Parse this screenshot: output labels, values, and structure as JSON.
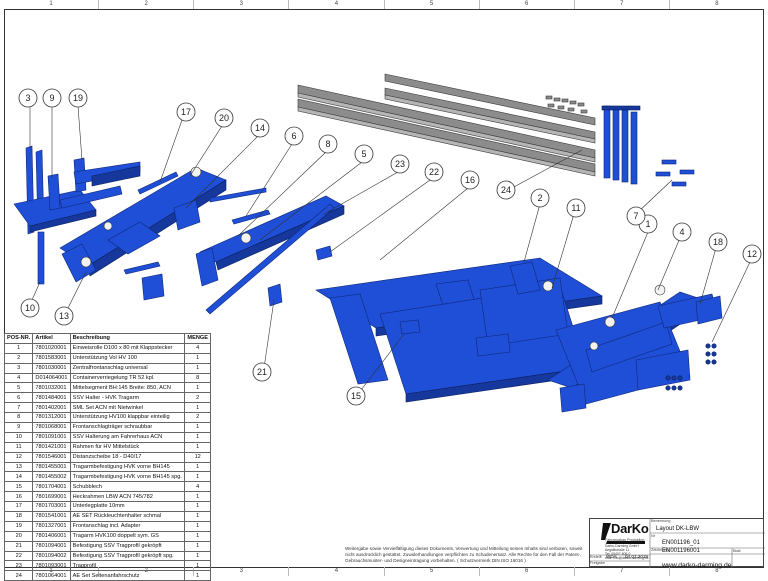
{
  "grid": {
    "columns": [
      "1",
      "2",
      "3",
      "4",
      "5",
      "6",
      "7",
      "8"
    ]
  },
  "balloons": [
    "3",
    "9",
    "19",
    "17",
    "20",
    "14",
    "6",
    "8",
    "5",
    "23",
    "22",
    "16",
    "24",
    "2",
    "11",
    "1",
    "4",
    "18",
    "12",
    "7",
    "10",
    "13",
    "21",
    "15"
  ],
  "parts_table": {
    "headers": {
      "pos": "POS-NR.",
      "artikel": "Artikel",
      "beschreibung": "Beschreibung",
      "menge": "MENGE"
    },
    "rows": [
      {
        "pos": "1",
        "artikel": "7801020001",
        "beschreibung": "Einweisrolle D100 x 80 mit Klappstecker",
        "menge": "4"
      },
      {
        "pos": "2",
        "artikel": "7801583001",
        "beschreibung": "Unterstützung Vol HV 100",
        "menge": "1"
      },
      {
        "pos": "3",
        "artikel": "7801030001",
        "beschreibung": "Zentralfrontanschlag universal",
        "menge": "1"
      },
      {
        "pos": "4",
        "artikel": "D014064001",
        "beschreibung": "Containerverriegelung TR 52 kpl.",
        "menge": "8"
      },
      {
        "pos": "5",
        "artikel": "7801032001",
        "beschreibung": "Mittelsegment BH:145 Breite: 850, ACN",
        "menge": "1"
      },
      {
        "pos": "6",
        "artikel": "7801484001",
        "beschreibung": "SSV Halter - HVK Tragarm",
        "menge": "2"
      },
      {
        "pos": "7",
        "artikel": "7801402001",
        "beschreibung": "SML Set ACN mit Nietwinkel",
        "menge": "1"
      },
      {
        "pos": "8",
        "artikel": "7801312001",
        "beschreibung": "Unterstützung HV100 klappbar einteilig",
        "menge": "2"
      },
      {
        "pos": "9",
        "artikel": "7801068001",
        "beschreibung": "Frontanschlagträger schraubbar",
        "menge": "1"
      },
      {
        "pos": "10",
        "artikel": "7801091001",
        "beschreibung": "SSV Halterung am Fahrerhaus ACN",
        "menge": "1"
      },
      {
        "pos": "11",
        "artikel": "7801421001",
        "beschreibung": "Rahmen für HV Mittelstück",
        "menge": "1"
      },
      {
        "pos": "12",
        "artikel": "7801546001",
        "beschreibung": "Distanzscheibe 18 - D40/17",
        "menge": "12"
      },
      {
        "pos": "13",
        "artikel": "7801455001",
        "beschreibung": "Tragarmbefestigung HVK vorne BH145",
        "menge": "1"
      },
      {
        "pos": "14",
        "artikel": "7801455002",
        "beschreibung": "Tragarmbefestigung HVK vorne BH145 spg.",
        "menge": "1"
      },
      {
        "pos": "15",
        "artikel": "7801704001",
        "beschreibung": "Schubblech",
        "menge": "4"
      },
      {
        "pos": "16",
        "artikel": "7801699001",
        "beschreibung": "Heckrahmen LBW ACN 745/782",
        "menge": "1"
      },
      {
        "pos": "17",
        "artikel": "7801703001",
        "beschreibung": "Unterlegplatte 10mm",
        "menge": "1"
      },
      {
        "pos": "18",
        "artikel": "7801541001",
        "beschreibung": "AE SET Rückleuchtenhalter schmal",
        "menge": "1"
      },
      {
        "pos": "19",
        "artikel": "7801327001",
        "beschreibung": "Frontanschlag incl. Adapter",
        "menge": "1"
      },
      {
        "pos": "20",
        "artikel": "7801406001",
        "beschreibung": "Tragarm HVK100 doppelt sym. GS",
        "menge": "1"
      },
      {
        "pos": "21",
        "artikel": "7801094001",
        "beschreibung": "Befestigung SSV Tragprofil gekröpft",
        "menge": "1"
      },
      {
        "pos": "22",
        "artikel": "7801094002",
        "beschreibung": "Befestigung SSV Tragprofil gekröpft spg.",
        "menge": "1"
      },
      {
        "pos": "23",
        "artikel": "7801093001",
        "beschreibung": "Tragprofil",
        "menge": "1"
      },
      {
        "pos": "24",
        "artikel": "7801064001",
        "beschreibung": "AE Set Seitenanfahrschutz",
        "menge": "1"
      }
    ]
  },
  "note": "Weitergabe sowie Vervielfältigung dieses Dokuments, Verwertung und Mitteilung seines Inhalts sind verboten, soweit nicht ausdrücklich gestattet. Zuwiderhandlungen verpflichten zu Schadenersatz. Alle Rechte für den Fall der Patent-, Gebrauchsmuster- und Designeintragung vorbehalten. ( Schutzvermerk DIN ISO 16016 )",
  "title_block": {
    "logo": "DarKo",
    "logo_sub": "Fahrzeugbau Produktion",
    "company_lines": [
      "Darko-Darming GmbH",
      "Aegidiistraße 11",
      "Tel: 05407-806-0",
      "mail: info@darko-darming.de"
    ],
    "label_benennung": "Benennung",
    "benennung": "Layout DK-LBW",
    "label_nr": "Nr",
    "nr": "EN001196_01",
    "label_zeichnung": "Zeichnung",
    "zeichnung_label": "Zeichnung",
    "zeichnung_nr": "EN001196001",
    "label_blatt": "Blatt",
    "label_erstellt": "Erstellt",
    "erstellt_by": "WDA",
    "erstellt_date": "04.07.2019",
    "label_freigabe": "Freigabe",
    "url": "www.darko-darming.de"
  }
}
